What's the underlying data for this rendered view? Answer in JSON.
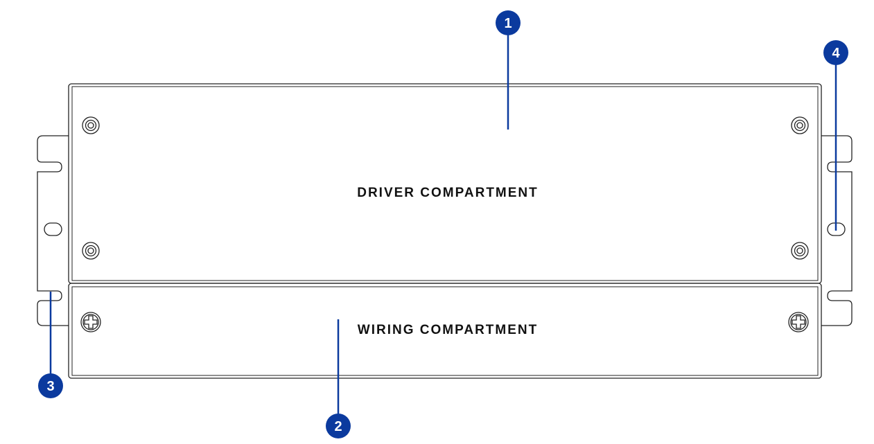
{
  "diagram": {
    "driver_compartment": {
      "label": "DRIVER COMPARTMENT"
    },
    "wiring_compartment": {
      "label": "WIRING COMPARTMENT"
    },
    "callouts": [
      {
        "number": "1"
      },
      {
        "number": "2"
      },
      {
        "number": "3"
      },
      {
        "number": "4"
      }
    ]
  },
  "colors": {
    "callout": "#0b3a9e",
    "line_art": "#222222",
    "background": "#ffffff"
  },
  "icons": {
    "driver_screws": "socket-cap-screw-icon",
    "wiring_screws": "phillips-screw-icon"
  }
}
